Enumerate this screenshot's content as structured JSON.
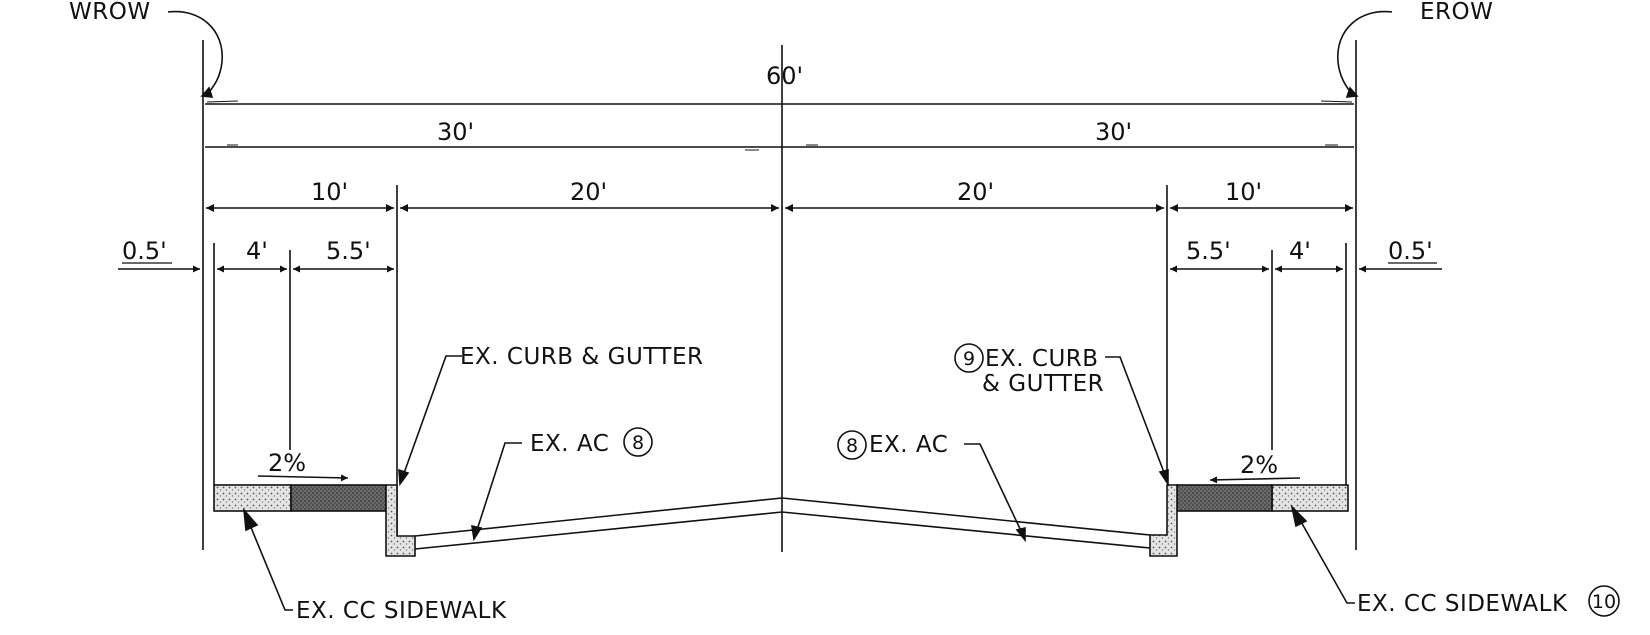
{
  "row_labels": {
    "west": "WROW",
    "east": "EROW"
  },
  "dimensions": {
    "total": "60'",
    "half_left": "30'",
    "half_right": "30'",
    "parkway_left": "10'",
    "lane_left": "20'",
    "lane_right": "20'",
    "parkway_right": "10'",
    "offset_left": "0.5'",
    "sidewalk_width_left": "4'",
    "planter_left": "5.5'",
    "planter_right": "5.5'",
    "sidewalk_width_right": "4'",
    "offset_right": "0.5'"
  },
  "slopes": {
    "left": "2%",
    "right": "2%"
  },
  "callouts": {
    "curb_left": "EX. CURB & GUTTER",
    "curb_right_line1": "EX. CURB",
    "curb_right_line2": "& GUTTER",
    "curb_right_number": "9",
    "ac_left": "EX. AC",
    "ac_left_number": "8",
    "ac_right": "EX. AC",
    "ac_right_number": "8",
    "sidewalk_left": "EX. CC SIDEWALK",
    "sidewalk_right": "EX. CC SIDEWALK",
    "sidewalk_right_number": "10"
  },
  "colors": {
    "line": "#111111",
    "concrete": "#cfcfcf",
    "landscape": "#5a5a5a"
  }
}
